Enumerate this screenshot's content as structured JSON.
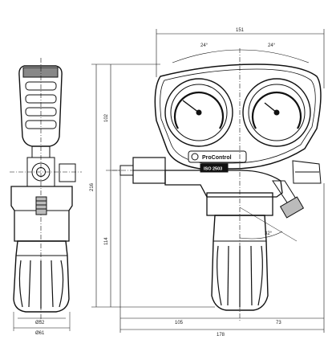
{
  "dimensions": {
    "top_width": "151",
    "angle_left": "24°",
    "angle_right": "24°",
    "height_upper": "102",
    "height_total": "216",
    "height_lower": "114",
    "angle_bottom": "32°",
    "side_dia_inner": "Ø52",
    "side_dia_outer": "Ø61",
    "depth_left": "105",
    "depth_right": "73",
    "depth_total": "178"
  },
  "branding": {
    "brand": "ProControl",
    "iso": "ISO 2503"
  }
}
